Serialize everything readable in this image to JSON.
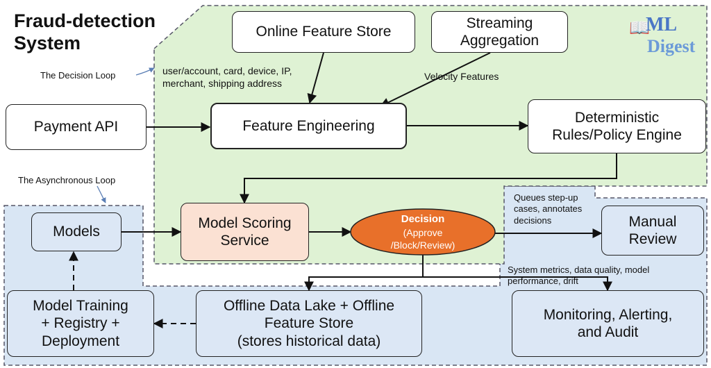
{
  "title": "Fraud-detection\nSystem",
  "loops": {
    "decision_loop_label": "The Decision Loop",
    "async_loop_label": "The Asynchronous Loop"
  },
  "nodes": {
    "online_feature_store": "Online Feature Store",
    "streaming_aggregation": "Streaming\nAggregation",
    "payment_api": "Payment API",
    "feature_engineering": "Feature Engineering",
    "rules_engine": "Deterministic\nRules/Policy Engine",
    "models": "Models",
    "model_scoring": "Model Scoring\nService",
    "decision_title": "Decision",
    "decision_options": "(Approve\n/Block/Review)",
    "manual_review": "Manual\nReview",
    "model_training": "Model Training\n+ Registry +\nDeployment",
    "offline_data_lake": "Offline Data Lake + Offline\nFeature Store\n(stores historical data)",
    "monitoring": "Monitoring, Alerting,\nand Audit"
  },
  "edge_labels": {
    "online_features": "user/account, card, device, IP,\nmerchant, shipping address",
    "velocity": "Velocity Features",
    "queues": "Queues step-up\ncases, annotates\ndecisions",
    "metrics": "System metrics, data quality, model\nperformance, drift"
  },
  "logo": {
    "line1": "ML",
    "line2": "Digest"
  },
  "colors": {
    "decision_loop_fill": "#dff2d4",
    "async_loop_fill": "#d9e6f4",
    "decision_fill": "#e8702a",
    "peach_box": "#fbe1d3",
    "blue_box": "#dce7f5"
  }
}
